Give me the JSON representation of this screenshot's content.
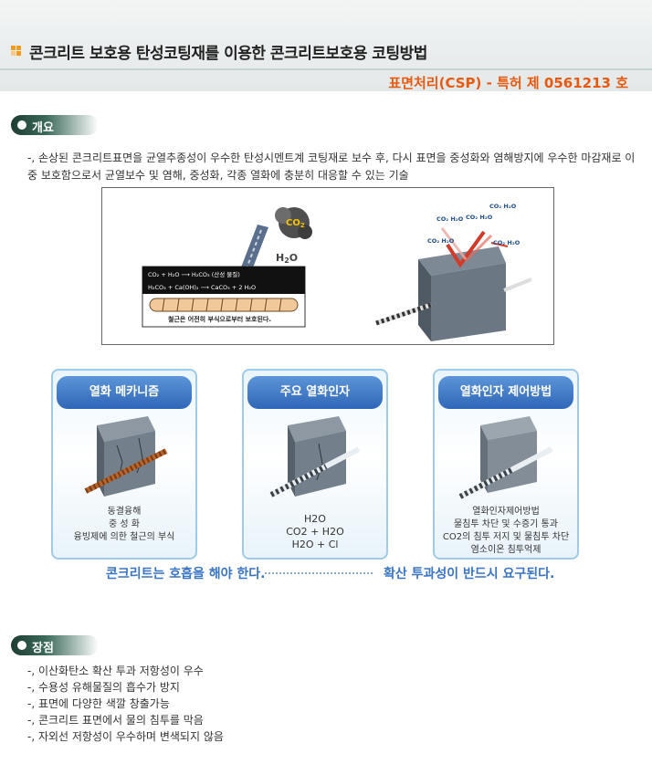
{
  "header": {
    "title": "콘크리트 보호용 탄성코팅재를 이용한 콘크리트보호용 코팅방법",
    "subtitle": "표면처리(CSP) - 특허 제 0561213 호",
    "icon_colors": [
      "#f29b1e",
      "#f29b1e",
      "#f7c98b",
      "#f29b1e"
    ]
  },
  "overview": {
    "label": "개요",
    "text": "-, 손상된 콘크리트표면을 균열추종성이 우수한 탄성시멘트계 코팅재로 보수 후, 다시 표면을 중성화와 염해방지에 우수한 마감재로 이중 보호함으로서 균열보수 및 염해, 중성화, 각종 열화에 충분히 대응할 수 있는 기술"
  },
  "diagram": {
    "co2": "CO",
    "co2_sub": "2",
    "h2o": "H",
    "h2o_sub": "2",
    "h2o_tail": "O",
    "eq1": "CO₂ +  H₂O  ⟶  H₂CO₃ (산성 물질)",
    "eq2": "H₂CO₃ + Ca(OH)₂  ⟶  CaCO₃ + 2 H₂O",
    "rebar_caption": "철근은 어전히 부식으로부터 보호된다.",
    "molecule_labels": [
      "CO₂ H₂O",
      "CO₂ H₂O",
      "CO₂ H₂O",
      "CO₂ H₂O",
      "CO₂ H₂O"
    ]
  },
  "cards": [
    {
      "title": "열화 메카니즘",
      "lines": [
        "동결융해",
        "중 성 화",
        "융빙제에 의한 철근의 부식"
      ]
    },
    {
      "title": "주요 열화인자",
      "lines": [
        "H2O",
        "CO2 + H2O",
        "H2O + Cl"
      ]
    },
    {
      "title": "열화인자 제어방법",
      "lines": [
        "열화인자제어방법",
        "물침투 차단 및 수증기 통과",
        "CO2의 침투 저지 및 물침투 차단",
        "염소이온 침투억제"
      ]
    }
  ],
  "bottom": {
    "left": "콘크리트는 호흡을 해야 한다.",
    "right": "확산 투과성이 반드시 요구된다."
  },
  "advantages": {
    "label": "장점",
    "items": [
      "-, 이산화탄소 확산 투과 저항성이 우수",
      "-, 수용성 유해물질의 흡수가 방지",
      "-, 표면에 다양한 색깔 창출가능",
      "-, 콘크리트 표면에서 물의 침투를 막음",
      "-, 자외선 저항성이 우수하며 변색되지 않음"
    ]
  }
}
